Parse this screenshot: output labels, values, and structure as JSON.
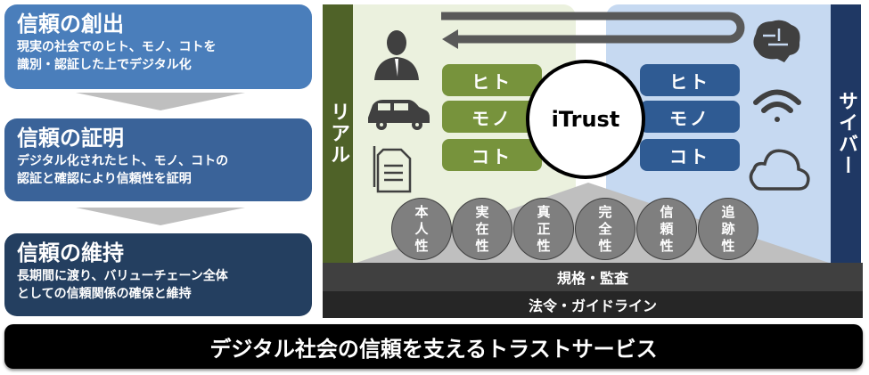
{
  "steps": [
    {
      "title": "信頼の創出",
      "lines": [
        "現実の社会でのヒト、モノ、コトを",
        "識別・認証した上でデジタル化"
      ]
    },
    {
      "title": "信頼の証明",
      "lines": [
        "デジタル化されたヒト、モノ、コトの",
        "認証と確認により信頼性を証明"
      ]
    },
    {
      "title": "信頼の維持",
      "lines": [
        "長期間に渡り、バリューチェーン全体",
        "としての信頼関係の確保と維持"
      ]
    }
  ],
  "real_label": "リアル",
  "cyber_label": "サイバー",
  "center": "iTrust",
  "real_tags": [
    "ヒト",
    "モノ",
    "コト"
  ],
  "cyber_tags": [
    "ヒト",
    "モノ",
    "コト"
  ],
  "properties": [
    {
      "chars": [
        "本",
        "人",
        "性"
      ]
    },
    {
      "chars": [
        "実",
        "在",
        "性"
      ]
    },
    {
      "chars": [
        "真",
        "正",
        "性"
      ]
    },
    {
      "chars": [
        "完",
        "全",
        "性"
      ]
    },
    {
      "chars": [
        "信",
        "頼",
        "性"
      ]
    },
    {
      "chars": [
        "追",
        "跡",
        "性"
      ]
    }
  ],
  "standards": "規格・監査",
  "laws": "法令・ガイドライン",
  "footer": "デジタル社会の信頼を支えるトラストサービス",
  "icons": [
    "person-icon",
    "car-icon",
    "document-icon",
    "brain-icon",
    "wifi-icon",
    "cloud-icon",
    "u-turn-arrow-icon"
  ],
  "colors": {
    "real": "#4f6228",
    "cyber": "#1f3864",
    "green": "#77933c",
    "blue": "#2f5b93"
  }
}
